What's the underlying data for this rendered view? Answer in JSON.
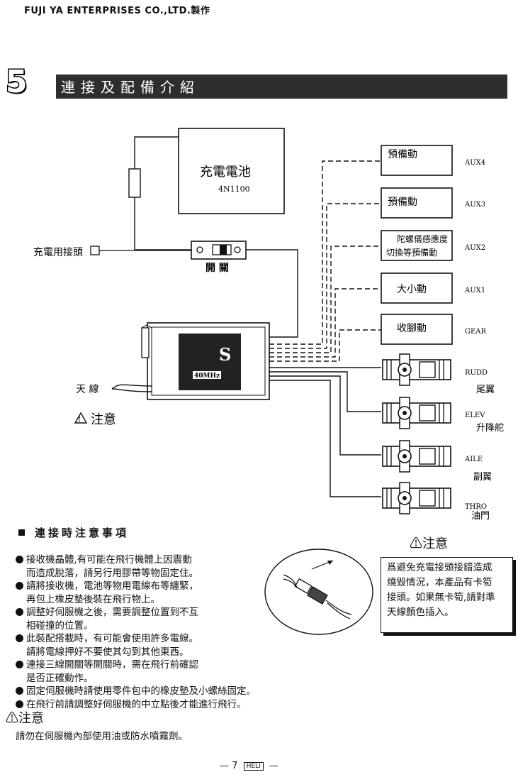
{
  "header": {
    "company": "FUJI YA ENTERPRISES CO.,LTD.製作"
  },
  "section": {
    "number": "5",
    "title": "連接及配備介紹"
  },
  "diagram": {
    "battery": {
      "label": "充電電池",
      "model": "4N1100"
    },
    "charge_jack": "充電用接頭",
    "switch_label": "開 關",
    "antenna_label": "天 線",
    "receiver": {
      "freq": "40MHz",
      "logo": "S"
    },
    "caution": "注意",
    "channels": [
      {
        "box": "預備動",
        "code": "AUX4",
        "name": ""
      },
      {
        "box": "預備動",
        "code": "AUX3",
        "name": ""
      },
      {
        "box_line1": "陀螺儀感應度",
        "box_line2": "切換等預備動",
        "code": "AUX2",
        "name": ""
      },
      {
        "box": "大小動",
        "code": "AUX1",
        "name": ""
      },
      {
        "box": "收腳動",
        "code": "GEAR",
        "name": ""
      }
    ],
    "servos": [
      {
        "code": "RUDD",
        "name": "尾翼"
      },
      {
        "code": "ELEV",
        "name": "升降舵"
      },
      {
        "code": "AILE",
        "name": "副翼"
      },
      {
        "code": "THRO",
        "name": "油門"
      }
    ]
  },
  "notes": {
    "heading": "連接時注意事項",
    "items": [
      {
        "line1": "接收機晶體,有可能在飛行機體上因震動",
        "line2": "而造成脫落，請另行用膠帶等物固定住。"
      },
      {
        "line1": "請將接收機，電池等物用電線布等纏緊，",
        "line2": "再包上橡皮墊後裝在飛行物上。"
      },
      {
        "line1": "調整好伺服機之後，需要調整位置到不互",
        "line2": "相碰撞的位置。"
      },
      {
        "line1": "此裝配搭載時，有可能會使用許多電線。",
        "line2": "請將電線押好不要使其勾到其他東西。"
      },
      {
        "line1": "連接三線開關等開關時，需在飛行前確認",
        "line2": "是否正確動作。"
      },
      {
        "line1": "固定伺服機時請使用零件包中的橡皮墊及小螺絲固定。",
        "line2": ""
      },
      {
        "line1": "在飛行前請調整好伺服機的中立點後才能進行飛行。",
        "line2": ""
      }
    ]
  },
  "caution_right": {
    "title": "注意",
    "lines": [
      "爲避免充電接頭接錯造成",
      "燒毀情況，本產品有卡筍",
      "接頭。如果無卡筍,請對準",
      "天線顏色插入。"
    ]
  },
  "bottom_caution": {
    "title": "注意",
    "text": "請勿在伺服機內部使用油或防水噴霧劑。"
  },
  "footer": {
    "dash_left": "—",
    "page": "7",
    "mark": "HELI",
    "dash_right": "—"
  }
}
